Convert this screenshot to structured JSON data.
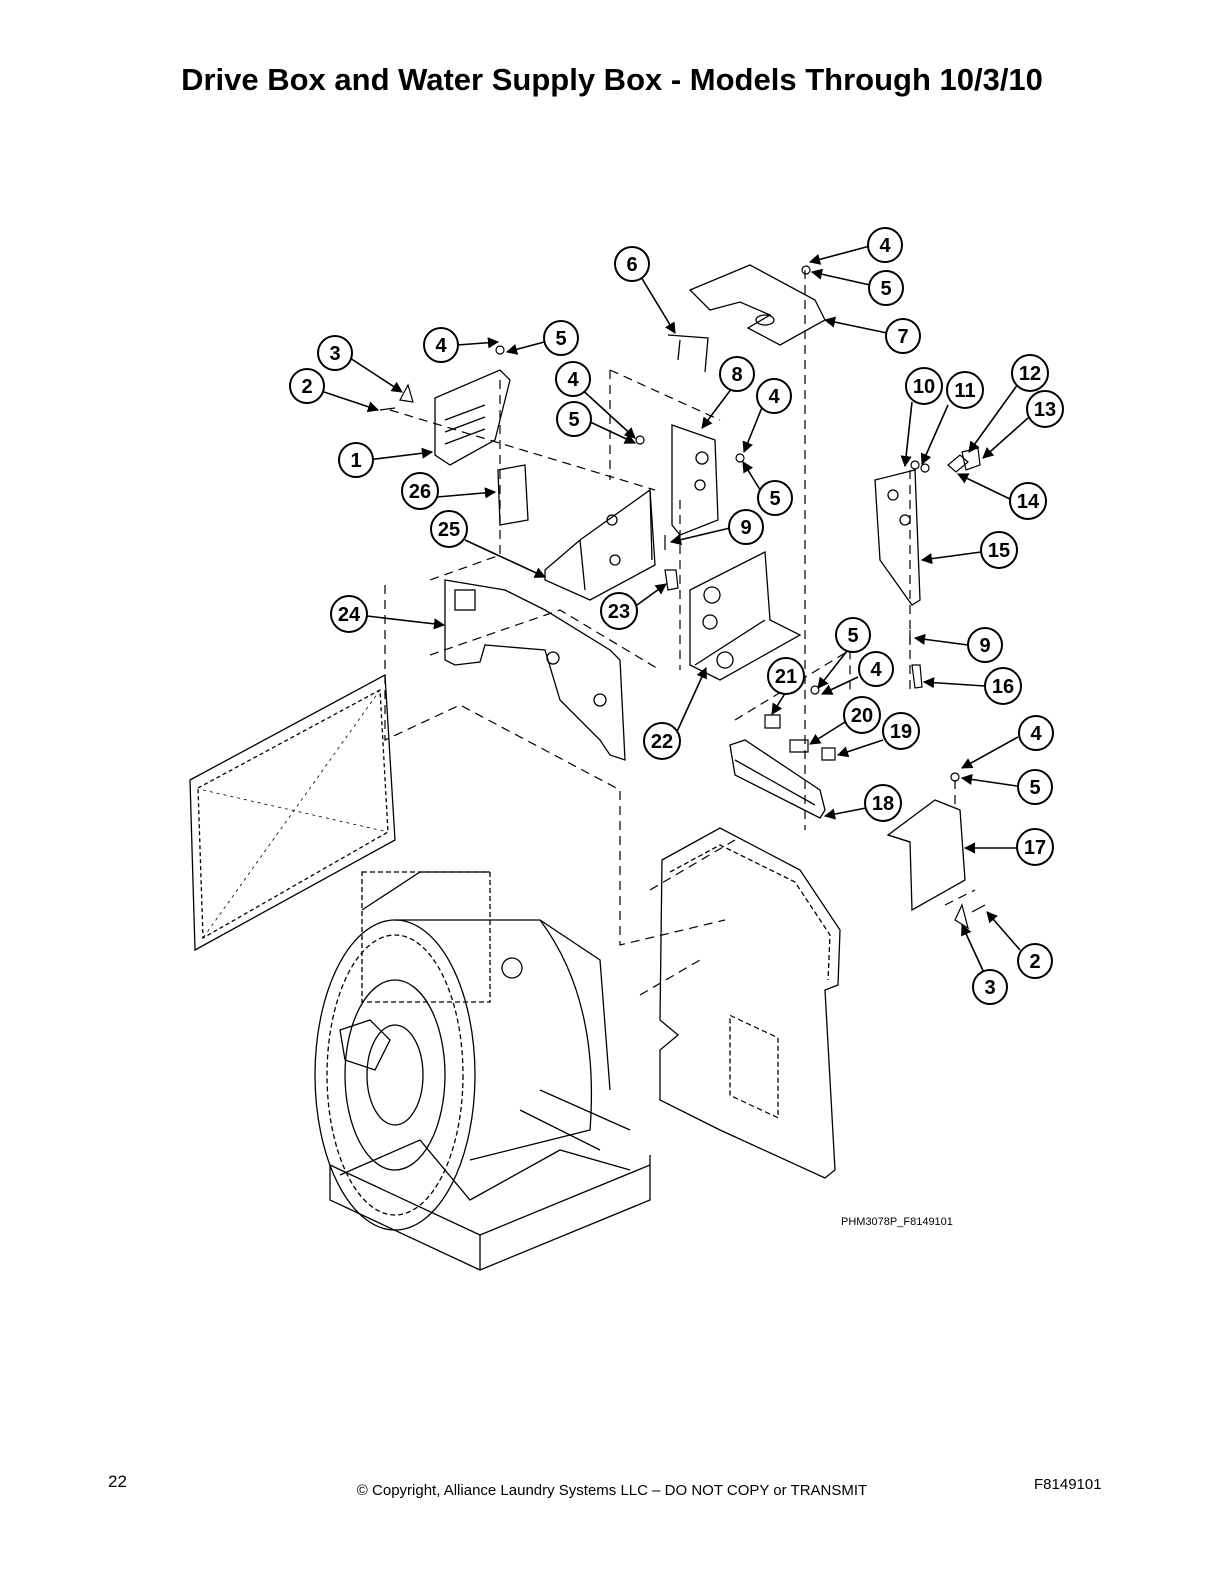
{
  "page": {
    "title": "Drive Box and Water Supply Box - Models Through 10/3/10",
    "page_number": "22",
    "copyright": "© Copyright, Alliance Laundry Systems LLC – DO NOT COPY or TRANSMIT",
    "document_code": "F8149101"
  },
  "diagram": {
    "figure_id": "PHM3078P_F8149101",
    "callouts": [
      "1",
      "2",
      "3",
      "4",
      "5",
      "6",
      "7",
      "8",
      "9",
      "10",
      "11",
      "12",
      "13",
      "14",
      "15",
      "16",
      "17",
      "18",
      "19",
      "20",
      "21",
      "22",
      "23",
      "24",
      "25",
      "26"
    ]
  }
}
